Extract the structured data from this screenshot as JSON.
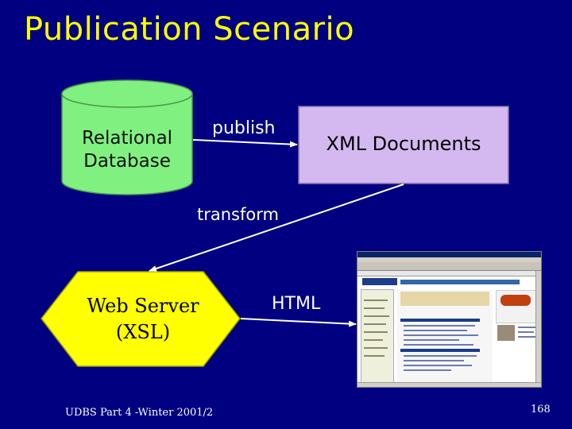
{
  "slide": {
    "title": "Publication Scenario",
    "footer": "UDBS Part 4 -Winter 2001/2",
    "page_number": "168"
  },
  "colors": {
    "background": "#000080",
    "title": "#ffff00",
    "database_fill": "#80f080",
    "xml_documents_fill": "#d4b8f0",
    "web_server_fill": "#ffff00",
    "arrow": "#ffffff"
  },
  "nodes": {
    "database": "Relational\nDatabase",
    "xml_documents": "XML Documents",
    "web_server": "Web Server\n(XSL)",
    "browser_screenshot": "web-browser-screenshot"
  },
  "edges": {
    "publish": "publish",
    "transform": "transform",
    "html": "HTML"
  }
}
